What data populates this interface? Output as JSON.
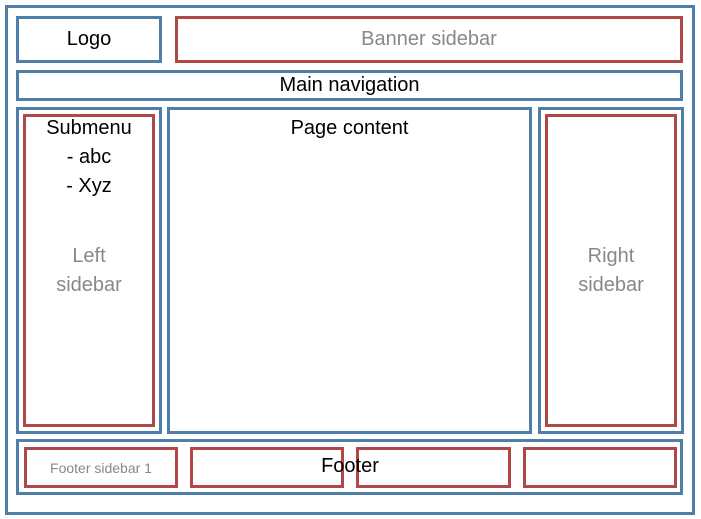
{
  "logo": {
    "label": "Logo"
  },
  "banner_sidebar": {
    "label": "Banner sidebar"
  },
  "main_navigation": {
    "label": "Main navigation"
  },
  "submenu": {
    "title": "Submenu",
    "items": [
      "- abc",
      "- Xyz"
    ]
  },
  "left_sidebar": {
    "line1": "Left",
    "line2": "sidebar"
  },
  "page_content": {
    "label": "Page content"
  },
  "right_sidebar": {
    "line1": "Right",
    "line2": "sidebar"
  },
  "footer": {
    "label": "Footer",
    "sidebar_1_label": "Footer sidebar 1"
  },
  "colors": {
    "container_border": "#4f7fa8",
    "sidebar_border": "#b04848",
    "primary_text": "#000000",
    "sidebar_text": "#888888"
  }
}
